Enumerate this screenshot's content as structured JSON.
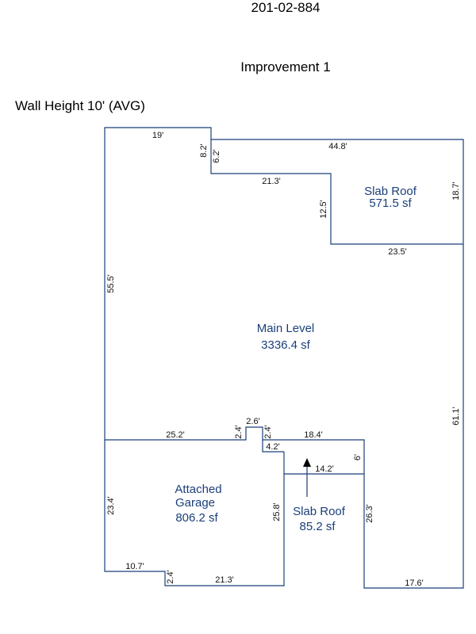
{
  "header": {
    "parcel_id": "201-02-884",
    "improvement": "Improvement 1",
    "wall_height": "Wall Height 10' (AVG)"
  },
  "areas": {
    "slab_roof_top": {
      "name": "Slab Roof",
      "size": "571.5 sf"
    },
    "main_level": {
      "name": "Main Level",
      "size": "3336.4 sf"
    },
    "garage": {
      "name1": "Attached",
      "name2": "Garage",
      "size": "806.2 sf"
    },
    "slab_roof_bottom": {
      "name": "Slab Roof",
      "size": "85.2 sf"
    }
  },
  "dimensions": {
    "top_left": "19'",
    "step_a": "8.2'",
    "step_b": "6.2'",
    "top_right": "44.8'",
    "inner_top": "21.3'",
    "slab_left": "12.5'",
    "slab_right": "18.7'",
    "slab_bottom": "23.5'",
    "left_wall": "55.5'",
    "right_wall": "61.1'",
    "garage_top": "25.2'",
    "bump_left": "2.4'",
    "bump_top": "2.6'",
    "bump_right": "2.4'",
    "porch_top": "18.4'",
    "porch_left": "4.2'",
    "porch_right": "6'",
    "porch_inner": "14.2'",
    "garage_left": "23.4'",
    "garage_right": "25.8'",
    "bottom_slab_right": "26.3'",
    "garage_bottom_left": "10.7'",
    "garage_notch": "2.4'",
    "garage_bottom": "21.3'",
    "bottom_right": "17.6'"
  }
}
